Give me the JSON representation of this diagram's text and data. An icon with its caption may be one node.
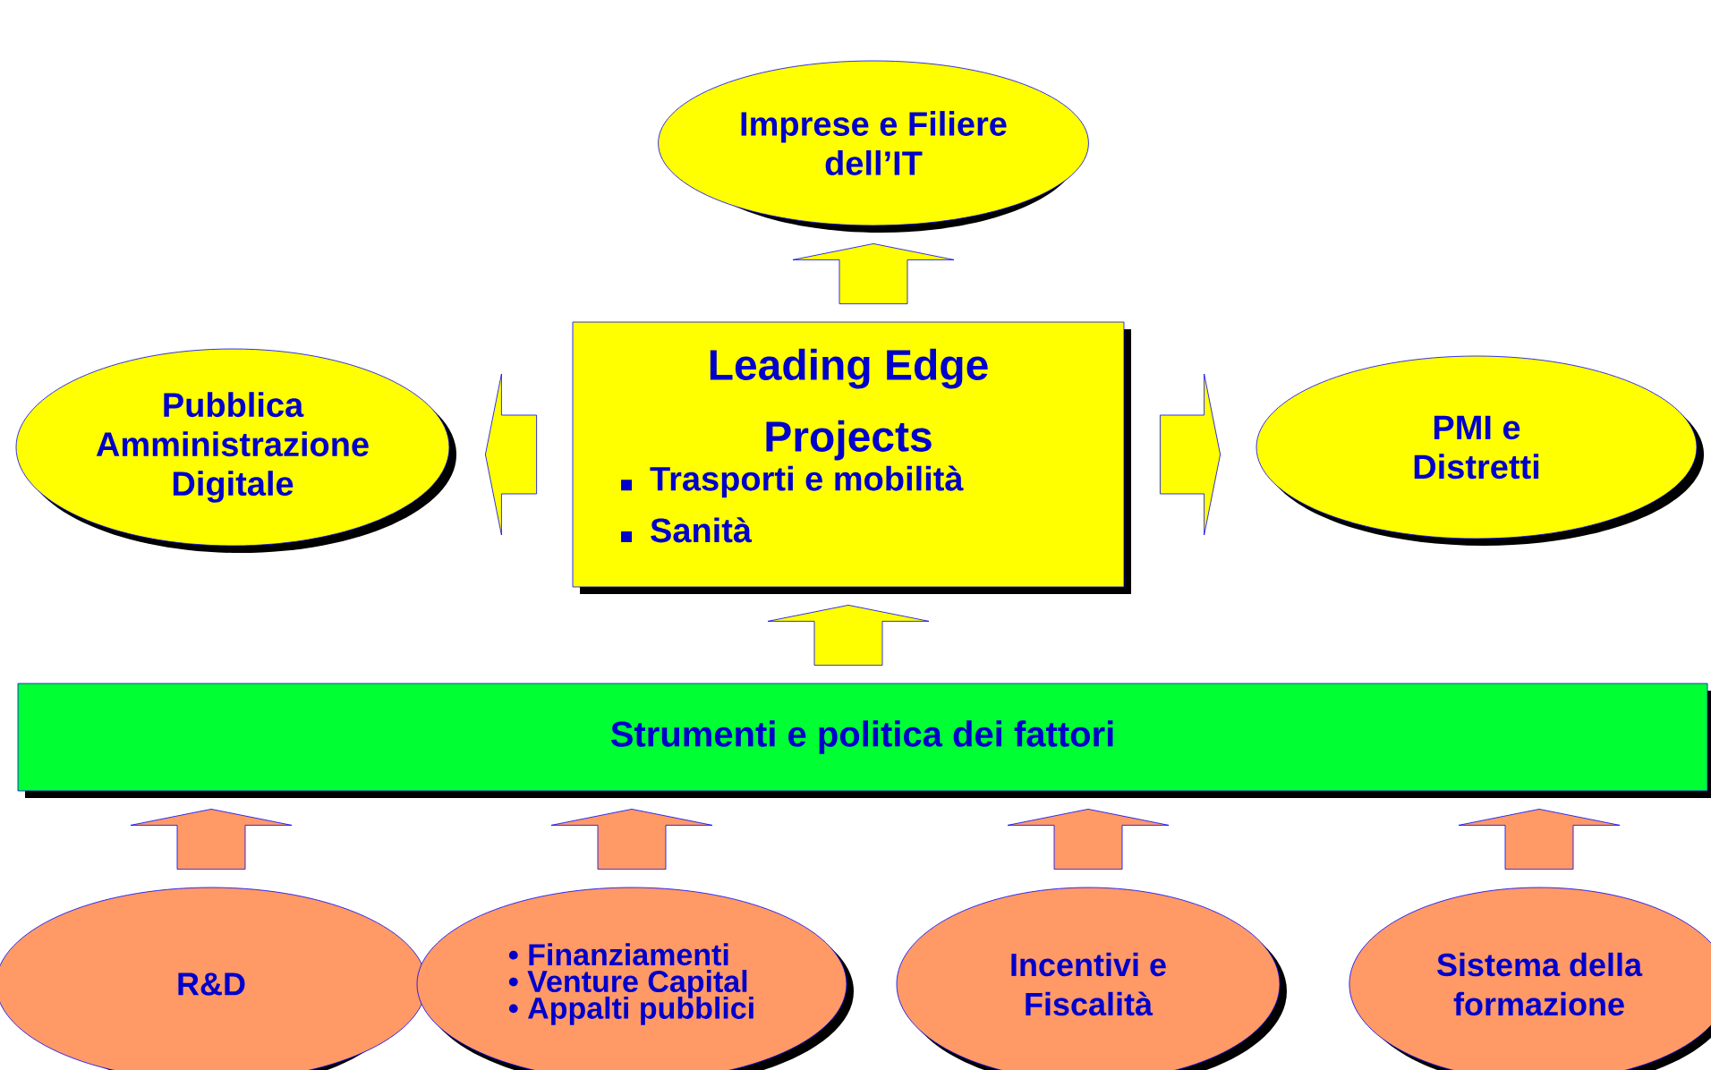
{
  "diagram": {
    "nodes": [
      {
        "text": [
          "Imprese e Filiere dell’IT"
        ]
      },
      {
        "text": [
          "Pubblica Amministrazione Digitale"
        ]
      },
      {
        "text": [
          "Leading Edge Projects",
          "Trasporti e mobilità",
          "Sanità"
        ]
      },
      {
        "text": [
          "PMI e Distretti"
        ]
      },
      {
        "text": [
          "Strumenti e politica dei fattori"
        ]
      },
      {
        "text": [
          "R&D"
        ]
      },
      {
        "text": [
          "• Finanziamenti",
          "• Venture Capital",
          "• Appalti pubblici"
        ]
      },
      {
        "text": [
          "Incentivi e Fiscalità"
        ]
      },
      {
        "text": [
          "Sistema della formazione"
        ]
      }
    ],
    "edges": [
      {
        "from": 2,
        "to": 0,
        "arrow": "to"
      },
      {
        "from": 2,
        "to": 1,
        "arrow": "to"
      },
      {
        "from": 2,
        "to": 3,
        "arrow": "to"
      },
      {
        "from": 4,
        "to": 2,
        "arrow": "to"
      },
      {
        "from": 5,
        "to": 4,
        "arrow": "to",
        "color": "#ff9966"
      },
      {
        "from": 6,
        "to": 4,
        "arrow": "to",
        "color": "#ff9966"
      },
      {
        "from": 7,
        "to": 4,
        "arrow": "to",
        "color": "#ff9966"
      },
      {
        "from": 8,
        "to": 4,
        "arrow": "to",
        "color": "#ff9966"
      }
    ]
  }
}
